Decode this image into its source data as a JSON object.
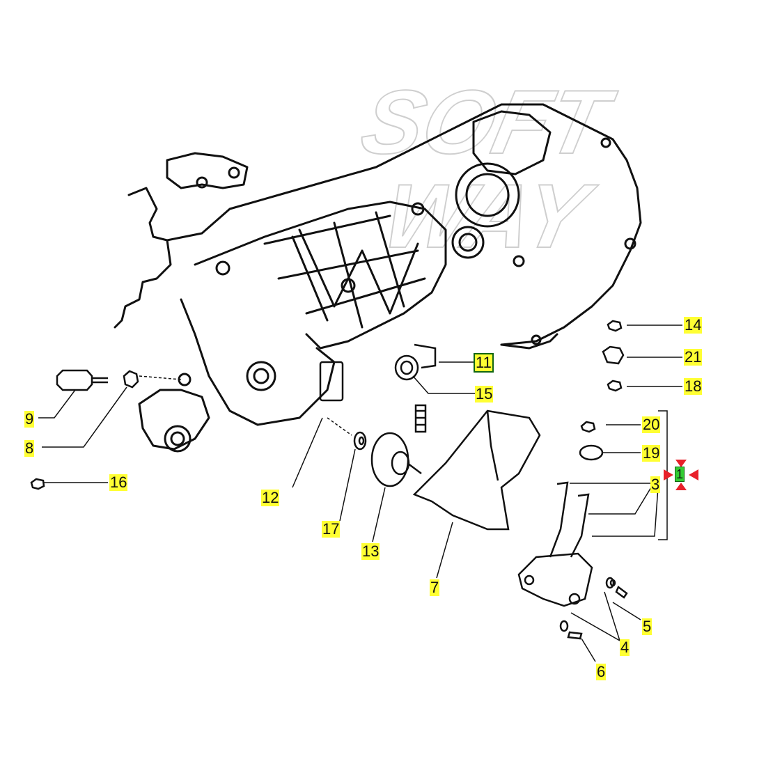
{
  "watermark": {
    "line1": "SOFT",
    "line2": "WAY"
  },
  "colors": {
    "callout_bg": "#ffff33",
    "callout_active_bg": "#33cc33",
    "marker_red": "#e8202a",
    "line": "#111111"
  },
  "icons": {
    "selection_marker": "red-crosshair-arrows-icon"
  },
  "callouts": [
    {
      "id": "14",
      "label": "14",
      "active": false
    },
    {
      "id": "21",
      "label": "21",
      "active": false
    },
    {
      "id": "18",
      "label": "18",
      "active": false
    },
    {
      "id": "11",
      "label": "11",
      "active": false,
      "boxed": true
    },
    {
      "id": "15",
      "label": "15",
      "active": false
    },
    {
      "id": "9",
      "label": "9",
      "active": false
    },
    {
      "id": "8",
      "label": "8",
      "active": false
    },
    {
      "id": "20",
      "label": "20",
      "active": false
    },
    {
      "id": "19",
      "label": "19",
      "active": false
    },
    {
      "id": "1",
      "label": "1",
      "active": true
    },
    {
      "id": "3",
      "label": "3",
      "active": false
    },
    {
      "id": "16",
      "label": "16",
      "active": false
    },
    {
      "id": "12",
      "label": "12",
      "active": false
    },
    {
      "id": "17",
      "label": "17",
      "active": false
    },
    {
      "id": "13",
      "label": "13",
      "active": false
    },
    {
      "id": "7",
      "label": "7",
      "active": false
    },
    {
      "id": "5",
      "label": "5",
      "active": false
    },
    {
      "id": "4",
      "label": "4",
      "active": false
    },
    {
      "id": "6",
      "label": "6",
      "active": false
    }
  ]
}
